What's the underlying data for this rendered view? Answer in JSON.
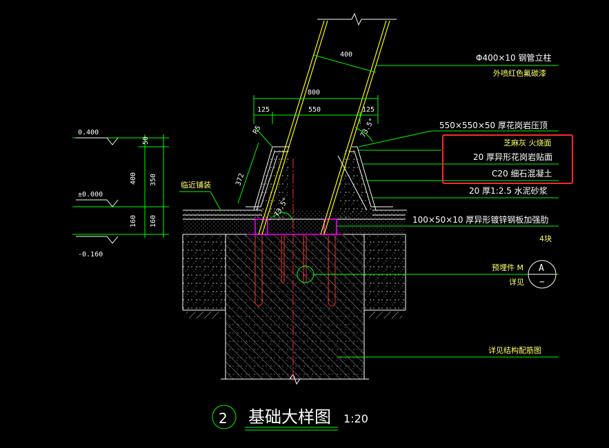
{
  "leaders": {
    "pipe_spec": "Φ400×10  钢管立柱",
    "pipe_paint": "外喷红色氟碳漆",
    "cap_stone": "550×550×50  厚花岗岩压顶",
    "finish_color": "芝麻灰   火烧面",
    "granite_face": "20 厚异形花岗岩贴面",
    "concrete": "C20  细石混凝土",
    "mortar": "20 厚1:2.5  水泥砂浆",
    "rib_spec": "100×50×10  厚异形镀锌钢板加强肋",
    "rib_count": "4块",
    "embed_label": "预埋件  M",
    "detail_label": "详见",
    "structure_note": "详见结构配筋图",
    "paving": "临近铺装"
  },
  "symbols": {
    "detail_mark_top": "A",
    "detail_mark_bottom": "−"
  },
  "dims": {
    "pipe_width": "400",
    "total_width": "800",
    "w_left": "125",
    "w_mid": "550",
    "w_right": "125",
    "radius": "R5",
    "slope_len": "372",
    "angle_right": "73.5°",
    "angle_left": "73.5°",
    "v_50": "50",
    "v_400": "400",
    "v_350": "350",
    "v_160a": "160",
    "v_160b": "160"
  },
  "elevations": {
    "top": "0.400",
    "zero": "±0.000",
    "bottom": "-0.160"
  },
  "title": {
    "number": "2",
    "name": "基础大样图",
    "scale": "1:20"
  },
  "colors": {
    "background": "#000000",
    "line_green": "#00ff00",
    "line_white": "#ffffff",
    "pipe_yellow": "#ffff00",
    "axis_red": "#ff3030",
    "plate_magenta": "#ff00ff",
    "highlight_box": "#ff2a2a"
  }
}
